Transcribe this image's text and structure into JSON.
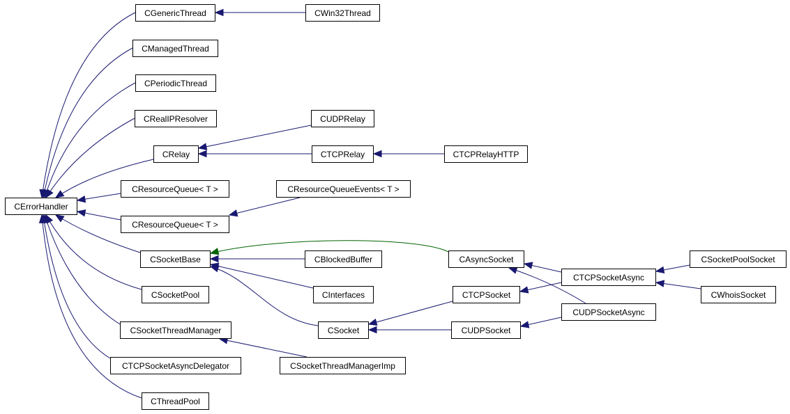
{
  "colors": {
    "edge": "#191970",
    "edge_special": "#006400",
    "node_border": "#000000",
    "background": "#ffffff"
  },
  "nodes": [
    {
      "id": "CErrorHandler",
      "label": "CErrorHandler"
    },
    {
      "id": "CGenericThread",
      "label": "CGenericThread"
    },
    {
      "id": "CWin32Thread",
      "label": "CWin32Thread"
    },
    {
      "id": "CManagedThread",
      "label": "CManagedThread"
    },
    {
      "id": "CPeriodicThread",
      "label": "CPeriodicThread"
    },
    {
      "id": "CRealIPResolver",
      "label": "CRealIPResolver"
    },
    {
      "id": "CRelay",
      "label": "CRelay"
    },
    {
      "id": "CUDPRelay",
      "label": "CUDPRelay"
    },
    {
      "id": "CTCPRelay",
      "label": "CTCPRelay"
    },
    {
      "id": "CTCPRelayHTTP",
      "label": "CTCPRelayHTTP"
    },
    {
      "id": "CResourceQueue1",
      "label": "CResourceQueue< T >"
    },
    {
      "id": "CResourceQueueEvents",
      "label": "CResourceQueueEvents< T >"
    },
    {
      "id": "CResourceQueue2",
      "label": "CResourceQueue< T >"
    },
    {
      "id": "CSocketBase",
      "label": "CSocketBase"
    },
    {
      "id": "CAsyncSocket",
      "label": "CAsyncSocket"
    },
    {
      "id": "CBlockedBuffer",
      "label": "CBlockedBuffer"
    },
    {
      "id": "CInterfaces",
      "label": "CInterfaces"
    },
    {
      "id": "CSocket",
      "label": "CSocket"
    },
    {
      "id": "CTCPSocket",
      "label": "CTCPSocket"
    },
    {
      "id": "CUDPSocket",
      "label": "CUDPSocket"
    },
    {
      "id": "CTCPSocketAsync",
      "label": "CTCPSocketAsync"
    },
    {
      "id": "CUDPSocketAsync",
      "label": "CUDPSocketAsync"
    },
    {
      "id": "CSocketPoolSocket",
      "label": "CSocketPoolSocket"
    },
    {
      "id": "CWhoisSocket",
      "label": "CWhoisSocket"
    },
    {
      "id": "CSocketPool",
      "label": "CSocketPool"
    },
    {
      "id": "CSocketThreadManager",
      "label": "CSocketThreadManager"
    },
    {
      "id": "CSocketThreadManagerImp",
      "label": "CSocketThreadManagerImp"
    },
    {
      "id": "CTCPSocketAsyncDelegator",
      "label": "CTCPSocketAsyncDelegator"
    },
    {
      "id": "CThreadPool",
      "label": "CThreadPool"
    }
  ],
  "edges": [
    {
      "from": "CGenericThread",
      "to": "CErrorHandler",
      "kind": "public"
    },
    {
      "from": "CManagedThread",
      "to": "CErrorHandler",
      "kind": "public"
    },
    {
      "from": "CPeriodicThread",
      "to": "CErrorHandler",
      "kind": "public"
    },
    {
      "from": "CRealIPResolver",
      "to": "CErrorHandler",
      "kind": "public"
    },
    {
      "from": "CRelay",
      "to": "CErrorHandler",
      "kind": "public"
    },
    {
      "from": "CResourceQueue1",
      "to": "CErrorHandler",
      "kind": "public"
    },
    {
      "from": "CResourceQueue2",
      "to": "CErrorHandler",
      "kind": "public"
    },
    {
      "from": "CSocketBase",
      "to": "CErrorHandler",
      "kind": "public"
    },
    {
      "from": "CSocketPool",
      "to": "CErrorHandler",
      "kind": "public"
    },
    {
      "from": "CSocketThreadManager",
      "to": "CErrorHandler",
      "kind": "public"
    },
    {
      "from": "CTCPSocketAsyncDelegator",
      "to": "CErrorHandler",
      "kind": "public"
    },
    {
      "from": "CThreadPool",
      "to": "CErrorHandler",
      "kind": "public"
    },
    {
      "from": "CWin32Thread",
      "to": "CGenericThread",
      "kind": "public"
    },
    {
      "from": "CUDPRelay",
      "to": "CRelay",
      "kind": "public"
    },
    {
      "from": "CTCPRelay",
      "to": "CRelay",
      "kind": "public"
    },
    {
      "from": "CTCPRelayHTTP",
      "to": "CTCPRelay",
      "kind": "public"
    },
    {
      "from": "CResourceQueueEvents",
      "to": "CResourceQueue2",
      "kind": "public"
    },
    {
      "from": "CAsyncSocket",
      "to": "CSocketBase",
      "kind": "protected"
    },
    {
      "from": "CBlockedBuffer",
      "to": "CSocketBase",
      "kind": "public"
    },
    {
      "from": "CInterfaces",
      "to": "CSocketBase",
      "kind": "public"
    },
    {
      "from": "CSocket",
      "to": "CSocketBase",
      "kind": "public"
    },
    {
      "from": "CTCPSocket",
      "to": "CSocket",
      "kind": "public"
    },
    {
      "from": "CUDPSocket",
      "to": "CSocket",
      "kind": "public"
    },
    {
      "from": "CTCPSocketAsync",
      "to": "CAsyncSocket",
      "kind": "public"
    },
    {
      "from": "CUDPSocketAsync",
      "to": "CAsyncSocket",
      "kind": "public"
    },
    {
      "from": "CTCPSocketAsync",
      "to": "CTCPSocket",
      "kind": "public"
    },
    {
      "from": "CUDPSocketAsync",
      "to": "CUDPSocket",
      "kind": "public"
    },
    {
      "from": "CSocketPoolSocket",
      "to": "CTCPSocketAsync",
      "kind": "public"
    },
    {
      "from": "CWhoisSocket",
      "to": "CTCPSocketAsync",
      "kind": "public"
    },
    {
      "from": "CSocketThreadManagerImp",
      "to": "CSocketThreadManager",
      "kind": "public"
    }
  ]
}
